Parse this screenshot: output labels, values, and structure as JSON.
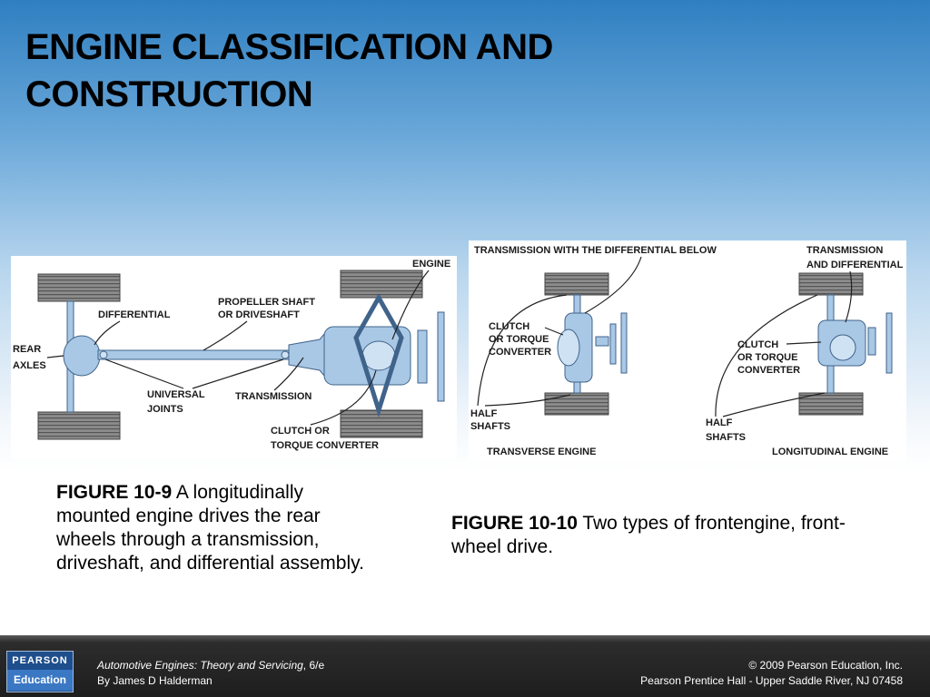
{
  "slide": {
    "title_line1": "ENGINE CLASSIFICATION AND",
    "title_line2": "CONSTRUCTION"
  },
  "figure_9": {
    "labels": {
      "engine": "ENGINE",
      "propeller_shaft_1": "PROPELLER SHAFT",
      "propeller_shaft_2": "OR DRIVESHAFT",
      "differential": "DIFFERENTIAL",
      "rear_1": "REAR",
      "rear_2": "AXLES",
      "universal_1": "UNIVERSAL",
      "universal_2": "JOINTS",
      "transmission": "TRANSMISSION",
      "clutch_1": "CLUTCH OR",
      "clutch_2": "TORQUE CONVERTER"
    },
    "caption_label": "FIGURE 10-9",
    "caption_text": " A longitudinally mounted engine drives the rear wheels through a transmission, driveshaft, and differential assembly."
  },
  "figure_10": {
    "labels": {
      "trans_diff_below": "TRANSMISSION WITH THE DIFFERENTIAL BELOW",
      "trans_and_diff_1": "TRANSMISSION",
      "trans_and_diff_2": "AND DIFFERENTIAL",
      "clutch_left_1": "CLUTCH",
      "clutch_left_2": "OR TORQUE",
      "clutch_left_3": "CONVERTER",
      "clutch_right_1": "CLUTCH",
      "clutch_right_2": "OR TORQUE",
      "clutch_right_3": "CONVERTER",
      "half_left_1": "HALF",
      "half_left_2": "SHAFTS",
      "half_right_1": "HALF",
      "half_right_2": "SHAFTS",
      "transverse": "TRANSVERSE ENGINE",
      "longitudinal": "LONGITUDINAL ENGINE"
    },
    "caption_label": "FIGURE 10-10",
    "caption_text": " Two types of frontengine, front-wheel drive."
  },
  "footer": {
    "logo_top": "PEARSON",
    "logo_bottom": "Education",
    "book_title": "Automotive Engines: Theory and Servicing",
    "edition": ", 6/e",
    "author": "By James D Halderman",
    "copyright": "© 2009 Pearson Education, Inc.",
    "publisher": "Pearson Prentice Hall - Upper Saddle River, NJ 07458"
  }
}
